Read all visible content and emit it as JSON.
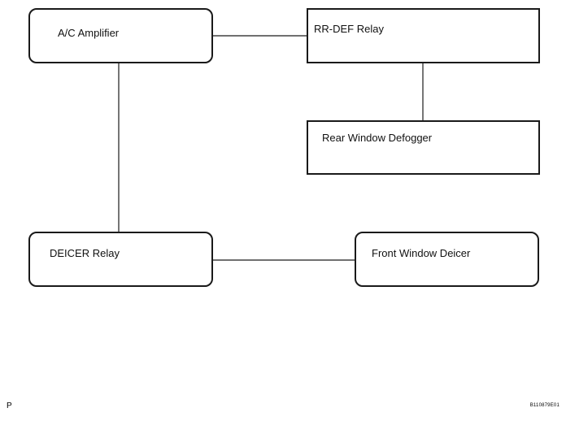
{
  "blocks": {
    "ac_amplifier": "A/C Amplifier",
    "rr_def_relay": "RR-DEF Relay",
    "rear_window_defogger": "Rear Window Defogger",
    "deicer_relay": "DEICER Relay",
    "front_window_deicer": "Front Window Deicer"
  },
  "connections": [
    [
      "ac_amplifier",
      "rr_def_relay"
    ],
    [
      "rr_def_relay",
      "rear_window_defogger"
    ],
    [
      "ac_amplifier",
      "deicer_relay"
    ],
    [
      "deicer_relay",
      "front_window_deicer"
    ]
  ],
  "footer": {
    "page_marker": "P",
    "figure_code": "B110879E01"
  }
}
